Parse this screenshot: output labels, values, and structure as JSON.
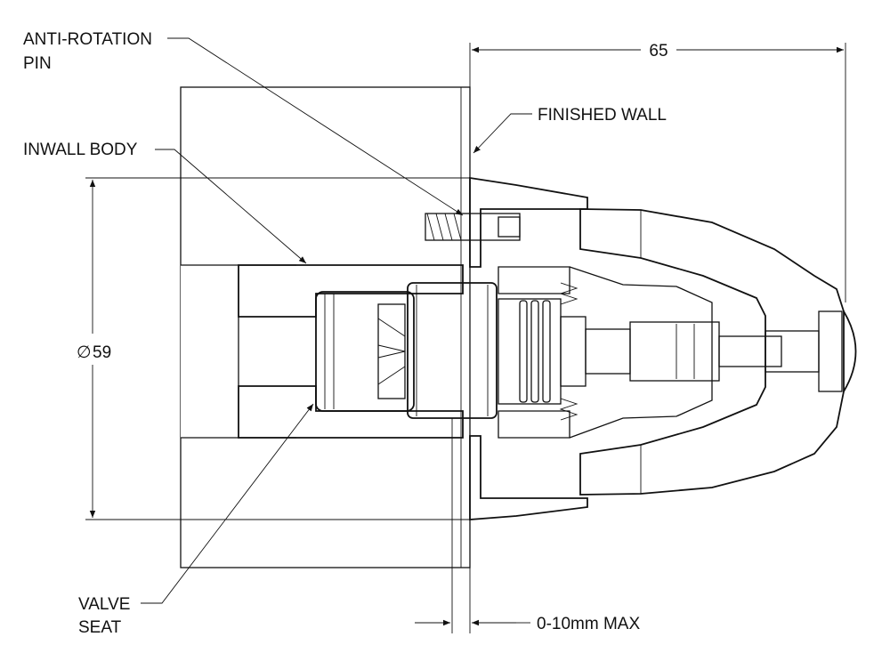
{
  "labels": {
    "anti_rotation_line1": "ANTI-ROTATION",
    "anti_rotation_line2": "PIN",
    "finished_wall": "FINISHED WALL",
    "inwall_body": "INWALL BODY",
    "valve_seat_line1": "VALVE",
    "valve_seat_line2": "SEAT"
  },
  "dimensions": {
    "overall_projection": "65",
    "diameter_symbol": "∅",
    "diameter_value": "59",
    "wall_gap": "0-10mm MAX"
  },
  "colors": {
    "line": "#111111",
    "background": "#ffffff"
  }
}
